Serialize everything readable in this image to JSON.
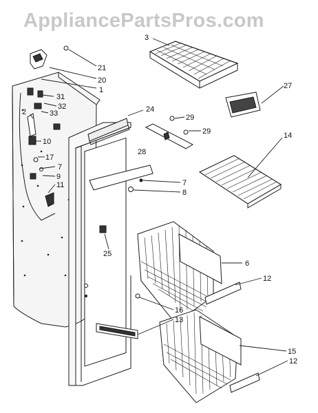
{
  "watermark": "AppliancePartsPros.com",
  "colors": {
    "line": "#1a1a1a",
    "panel_fill": "#f2f2f2",
    "watermark": "#c8c8c8"
  },
  "callouts": {
    "c3": "3",
    "c21": "21",
    "c20": "20",
    "c1": "1",
    "c31": "31",
    "c32": "32",
    "c33": "33",
    "c2": "2",
    "c10": "10",
    "c17": "17",
    "c7a": "7",
    "c9": "9",
    "c11": "11",
    "c24": "24",
    "c29a": "29",
    "c29b": "29",
    "c28": "28",
    "c27": "27",
    "c14": "14",
    "c7b": "7",
    "c8": "8",
    "c25": "25",
    "c6": "6",
    "c12a": "12",
    "c16": "16",
    "c13": "13",
    "c15": "15",
    "c12b": "12"
  }
}
